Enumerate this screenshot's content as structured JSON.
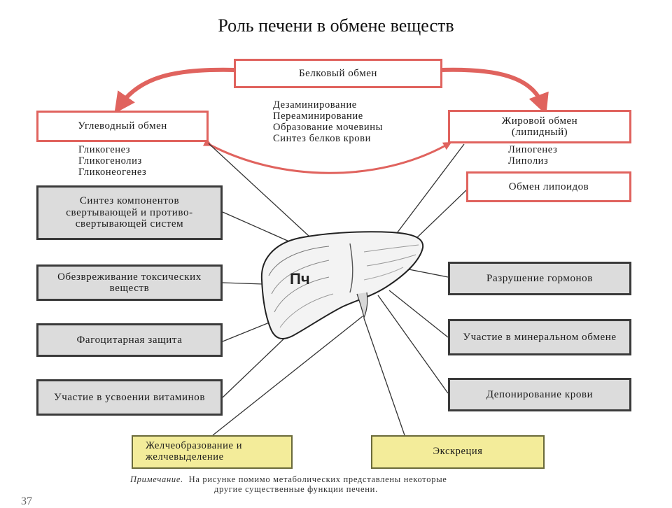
{
  "title": "Роль печени в обмене веществ",
  "boxes": {
    "protein": "Белковый обмен",
    "carbohydrate": "Углеводный обмен",
    "fat_line1": "Жировой обмен",
    "fat_line2": "(липидный)",
    "lipoid": "Обмен липоидов",
    "coagulation": "Синтез компонентов свертывающей и противо-свертывающей систем",
    "detox": "Обезвреживание токсических веществ",
    "phagocytic": "Фагоцитарная защита",
    "vitamins": "Участие в усвоении витаминов",
    "hormones": "Разрушение гормонов",
    "mineral": "Участие в минеральном обмене",
    "blood_depot": "Депонирование крови",
    "bile": "Желчеобразование и желчевыделение",
    "excretion": "Экскреция"
  },
  "protein_list": [
    "Дезаминирование",
    "Переаминирование",
    "Образование мочевины",
    "Синтез белков крови"
  ],
  "carb_list": [
    "Гликогенез",
    "Гликогенолиз",
    "Гликонеогенез"
  ],
  "fat_list": [
    "Липогенез",
    "Липолиз"
  ],
  "liver_label": "Пч",
  "note": {
    "prefix": "Примечание.",
    "line1": "На рисунке помимо метаболических представлены некоторые",
    "line2": "другие существенные функции печени."
  },
  "corner_mark": "37",
  "colors": {
    "red_border": "#e0635e",
    "gray_fill": "#dcdcdc",
    "yellow_fill": "#f3ec9a"
  }
}
